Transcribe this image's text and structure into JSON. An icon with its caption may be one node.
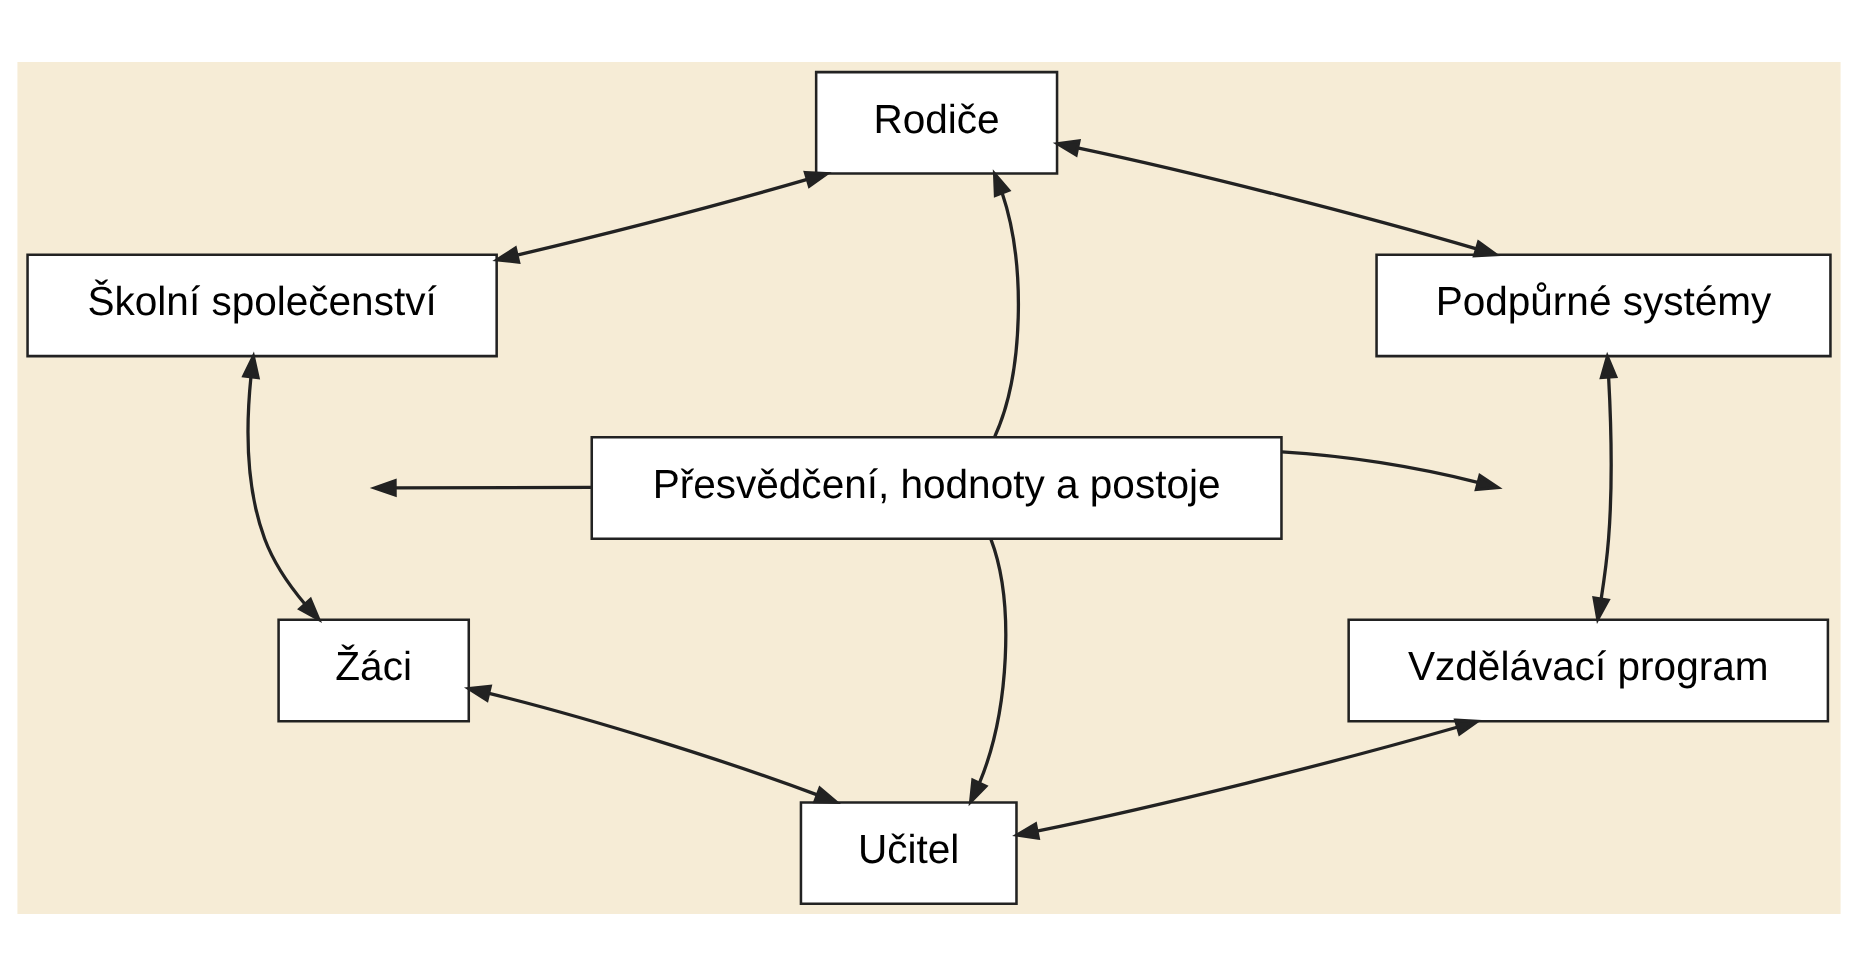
{
  "diagram": {
    "nodes": [
      {
        "text": [
          "Rodiče"
        ]
      },
      {
        "text": [
          "Školní společenství"
        ]
      },
      {
        "text": [
          "Podpůrné systémy"
        ]
      },
      {
        "text": [
          "Přesvědčení, hodnoty a postoje"
        ]
      },
      {
        "text": [
          "Žáci"
        ]
      },
      {
        "text": [
          "Vzdělávací program"
        ]
      },
      {
        "text": [
          "Učitel"
        ]
      }
    ],
    "edges": [
      {
        "from": 0,
        "to": 1,
        "arrow": "both"
      },
      {
        "from": 0,
        "to": 2,
        "arrow": "both"
      },
      {
        "from": 3,
        "to": 0,
        "arrow": "to"
      },
      {
        "from": 1,
        "to": 4,
        "arrow": "both"
      },
      {
        "from": 3,
        "to": null,
        "arrow": "to"
      },
      {
        "from": 3,
        "to": null,
        "arrow": "to"
      },
      {
        "from": 2,
        "to": 5,
        "arrow": "both"
      },
      {
        "from": 3,
        "to": 6,
        "arrow": "to"
      },
      {
        "from": 4,
        "to": 6,
        "arrow": "both"
      },
      {
        "from": 6,
        "to": 5,
        "arrow": "both"
      }
    ]
  }
}
